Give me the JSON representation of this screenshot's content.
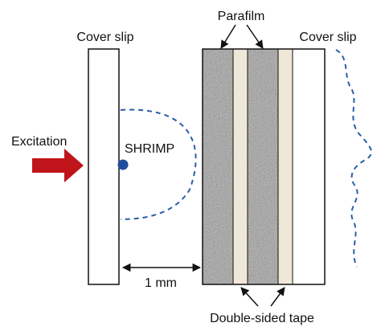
{
  "labels": {
    "cover_slip_left": "Cover slip",
    "parafilm": "Parafilm",
    "cover_slip_right": "Cover slip",
    "excitation": "Excitation",
    "shrimp": "SHRIMP",
    "distance": "1 mm",
    "double_sided_tape": "Double-sided tape"
  },
  "colors": {
    "excitation_arrow": "#c0141b",
    "shrimp_dot": "#1f4e9c",
    "dashed_curve": "#2a5ea8",
    "tape": "#efe8d8",
    "parafilm_base": "#9a9a9a",
    "outline": "#111111"
  }
}
